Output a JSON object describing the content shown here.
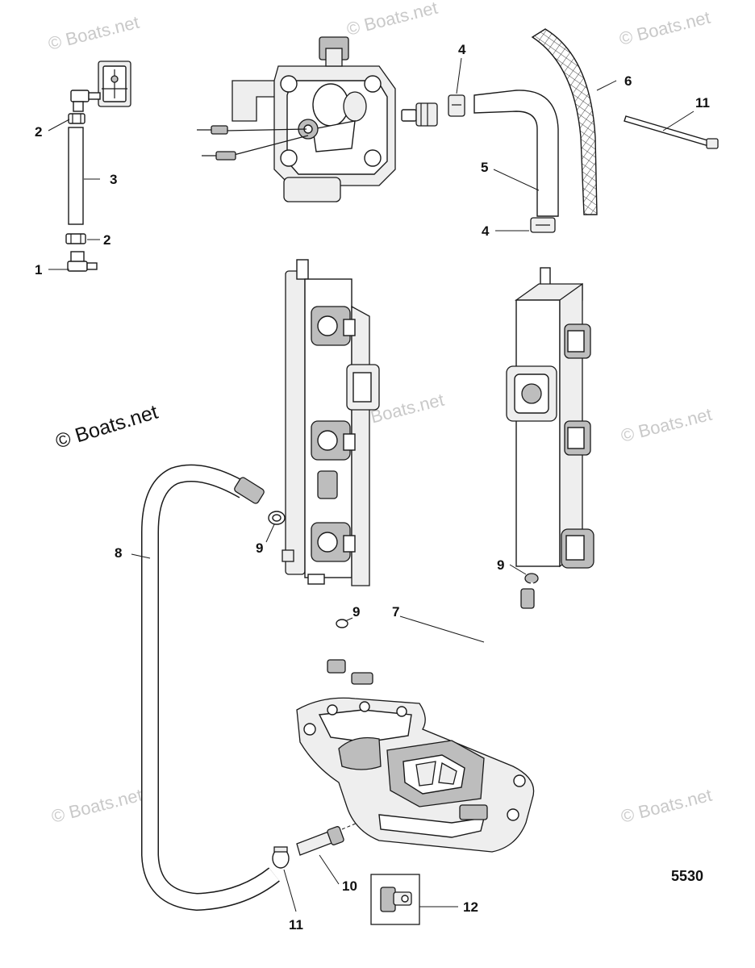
{
  "watermark": "© Boats.net",
  "figure_number": "5530",
  "callouts": {
    "c1": "1",
    "c2a": "2",
    "c2b": "2",
    "c3": "3",
    "c4a": "4",
    "c4b": "4",
    "c5": "5",
    "c6": "6",
    "c7": "7",
    "c8": "8",
    "c9a": "9",
    "c9b": "9",
    "c9c": "9",
    "c10": "10",
    "c11a": "11",
    "c11b": "11",
    "c12": "12"
  }
}
